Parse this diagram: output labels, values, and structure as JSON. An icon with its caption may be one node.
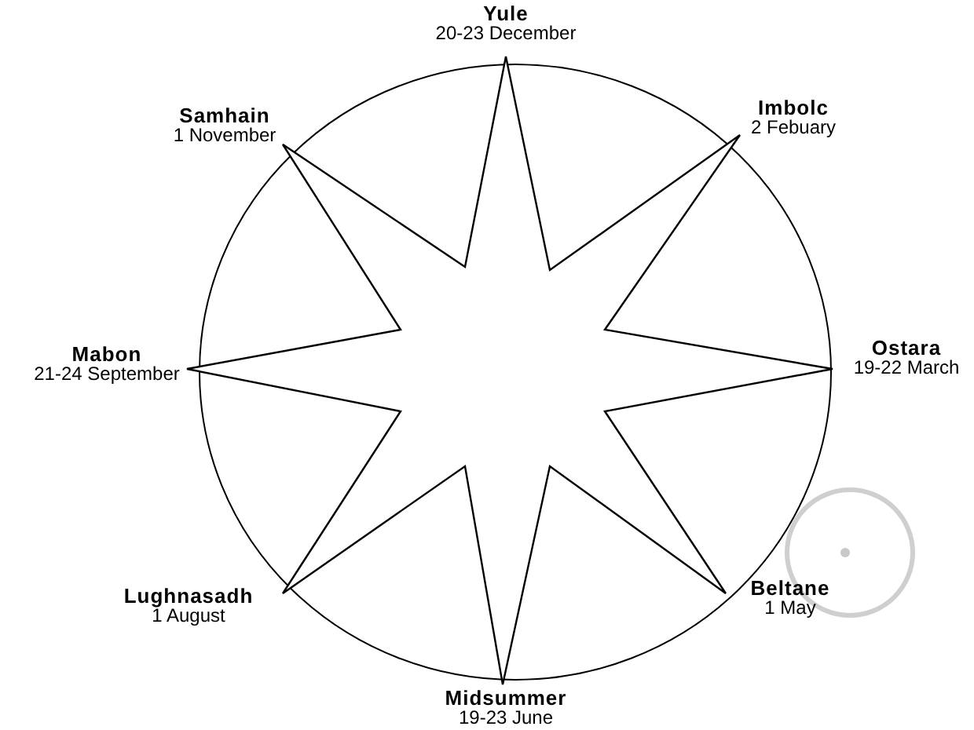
{
  "diagram": {
    "nodes": [
      {
        "text": [
          "Yule",
          "20-23 December"
        ]
      },
      {
        "text": [
          "Samhain",
          "1 November"
        ]
      },
      {
        "text": [
          "Imbolc",
          "2 Febuary"
        ]
      },
      {
        "text": [
          "Mabon",
          "21-24 September"
        ]
      },
      {
        "text": [
          "Ostara",
          "19-22 March"
        ]
      },
      {
        "text": [
          "Lughnasadh",
          "1 August"
        ]
      },
      {
        "text": [
          "Beltane",
          "1 May"
        ]
      },
      {
        "text": [
          "Midsummer",
          "19-23 June"
        ]
      }
    ]
  }
}
